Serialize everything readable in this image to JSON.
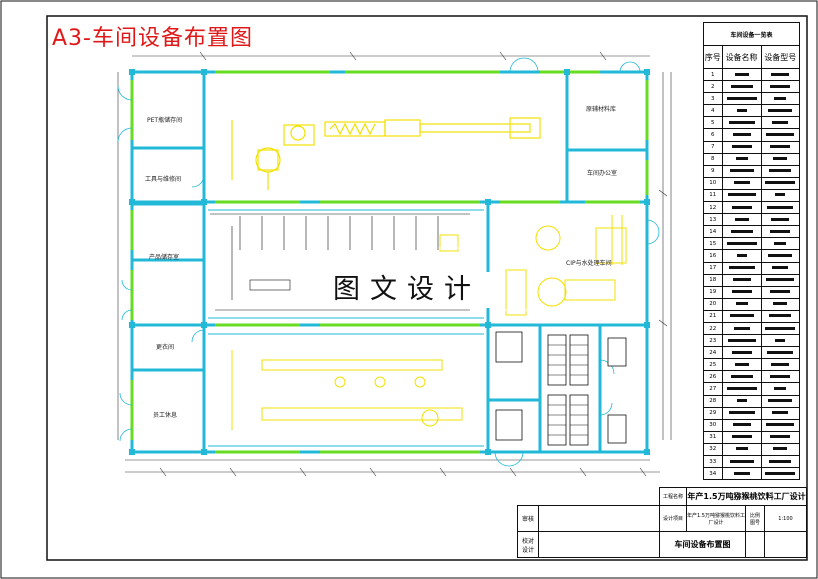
{
  "title_tag": "A3-车间设备布置图",
  "rooms": {
    "pet_bottle_room": "PET瓶储存间",
    "tools_room": "工具与维修间",
    "product_room": "产品储存室",
    "changing_room": "更衣间",
    "staff_room": "员工休息",
    "material_room": "原辅材料库",
    "office": "车间办公室",
    "cip_room": "CIP与水处理车间"
  },
  "watermark": "图文设计",
  "equipment_table": {
    "title": "车间设备一览表",
    "headers": [
      "序号",
      "设备名称",
      "设备型号"
    ],
    "rows": [
      {
        "no": "1"
      },
      {
        "no": "2"
      },
      {
        "no": "3"
      },
      {
        "no": "4"
      },
      {
        "no": "5"
      },
      {
        "no": "6"
      },
      {
        "no": "7"
      },
      {
        "no": "8"
      },
      {
        "no": "9"
      },
      {
        "no": "10"
      },
      {
        "no": "11"
      },
      {
        "no": "12"
      },
      {
        "no": "13"
      },
      {
        "no": "14"
      },
      {
        "no": "15"
      },
      {
        "no": "16"
      },
      {
        "no": "17"
      },
      {
        "no": "18"
      },
      {
        "no": "19"
      },
      {
        "no": "20"
      },
      {
        "no": "21"
      },
      {
        "no": "22"
      },
      {
        "no": "23"
      },
      {
        "no": "24"
      },
      {
        "no": "25"
      },
      {
        "no": "26"
      },
      {
        "no": "27"
      },
      {
        "no": "28"
      },
      {
        "no": "29"
      },
      {
        "no": "30"
      },
      {
        "no": "31"
      },
      {
        "no": "32"
      },
      {
        "no": "33"
      },
      {
        "no": "34"
      }
    ]
  },
  "title_block": {
    "project_label": "工程名称",
    "project_name": "年产1.5万吨猕猴桃饮料工厂设计",
    "design_label": "设计项目",
    "design_name": "年产1.5万吨猕猴桃饮料工厂设计",
    "scale_label": "比例",
    "scale_value": "1:100",
    "sheet_label": "图号",
    "drawing_title": "车间设备布置图",
    "row_labels": [
      "审核",
      "校对",
      "设计"
    ]
  },
  "colors": {
    "wall": "#22b8d8",
    "window": "#66dd22",
    "equipment": "#f2e100",
    "title_red": "#e01818"
  }
}
